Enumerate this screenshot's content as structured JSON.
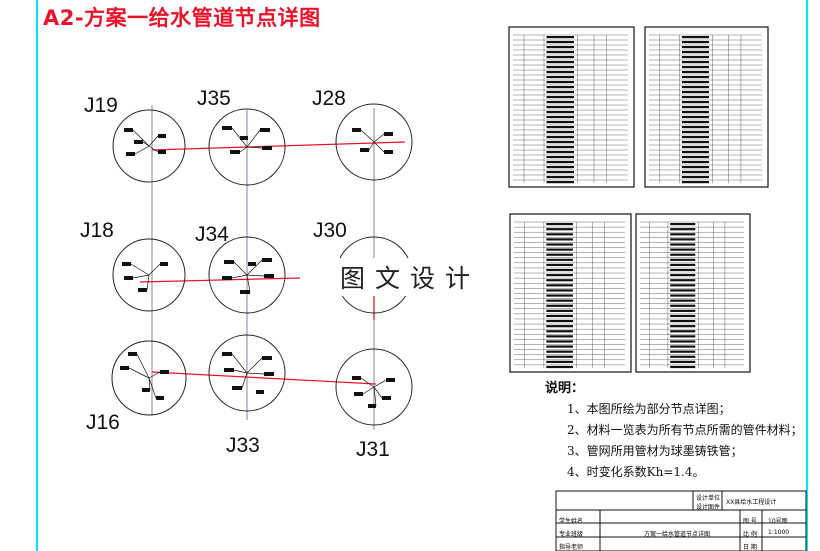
{
  "title": "A2-方案一给水管道节点详图",
  "watermark": "图文设计",
  "nodes": [
    {
      "id": "J19"
    },
    {
      "id": "J35"
    },
    {
      "id": "J28"
    },
    {
      "id": "J18"
    },
    {
      "id": "J34"
    },
    {
      "id": "J30"
    },
    {
      "id": "J16"
    },
    {
      "id": "J33"
    },
    {
      "id": "J31"
    }
  ],
  "notes": {
    "heading": "说明：",
    "items": [
      "1、本图所绘为部分节点详图；",
      "2、材料一览表为所有节点所需的管件材料；",
      "3、管网所用管材为球墨铸铁管；",
      "4、时变化系数Kh=1.4。"
    ]
  },
  "title_block": {
    "design_unit": "设计单位",
    "project_name": "XX县给水工程设计",
    "designer": "设计图件",
    "sheet_title": "方案一给水管道节点详图",
    "student_name": "学生姓名",
    "major": "专业班级",
    "advisor": "指导老师",
    "drawing_no_label": "图 号",
    "drawing_no": "10号图",
    "scale_label": "比 例",
    "scale": "1:1000",
    "date_label": "日 期"
  },
  "colors": {
    "title": "#e8132a",
    "border": "#00e5e5",
    "pipe_red": "#e8132a",
    "pipe_gray": "#9a9aaa"
  }
}
